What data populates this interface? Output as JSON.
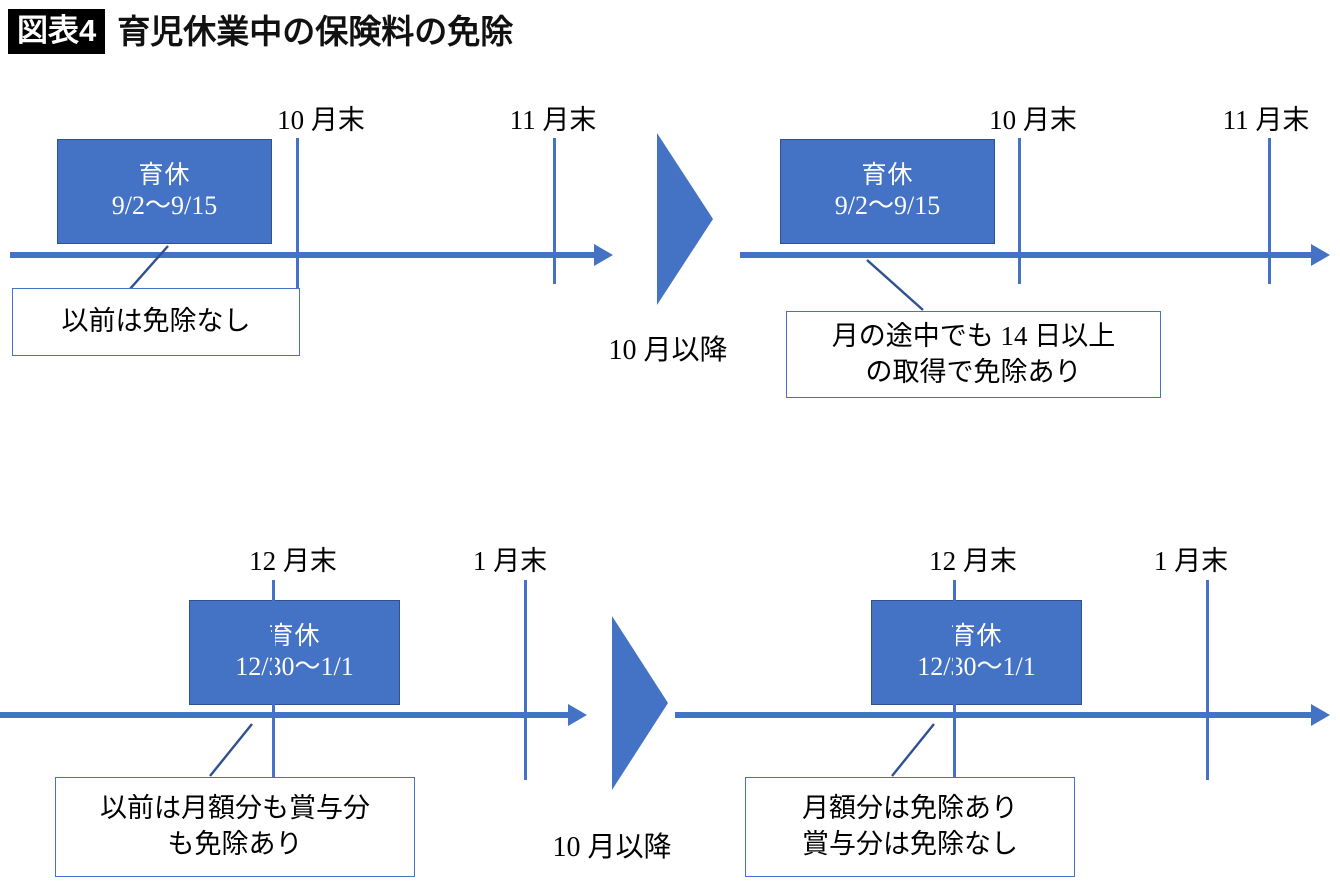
{
  "title": {
    "badge": "図表4",
    "text": "育児休業中の保険料の免除"
  },
  "panels": {
    "top_left": {
      "leave_box": {
        "line1": "育休",
        "line2": "9/2〜9/15"
      },
      "ticks": [
        {
          "label": "10 月末"
        },
        {
          "label": "11 月末"
        }
      ],
      "callout": {
        "line1": "以前は免除なし",
        "line2": ""
      }
    },
    "top_right": {
      "leave_box": {
        "line1": "育休",
        "line2": "9/2〜9/15"
      },
      "ticks": [
        {
          "label": "10 月末"
        },
        {
          "label": "11 月末"
        }
      ],
      "callout": {
        "line1": "月の途中でも 14 日以上",
        "line2": "の取得で免除あり"
      }
    },
    "bottom_left": {
      "leave_box": {
        "line1": "育休",
        "line2": "12/30〜1/1"
      },
      "ticks": [
        {
          "label": "12 月末"
        },
        {
          "label": "1 月末"
        }
      ],
      "callout": {
        "line1": "以前は月額分も賞与分",
        "line2": "も免除あり"
      }
    },
    "bottom_right": {
      "leave_box": {
        "line1": "育休",
        "line2": "12/30〜1/1"
      },
      "ticks": [
        {
          "label": "12 月末"
        },
        {
          "label": "1 月末"
        }
      ],
      "callout": {
        "line1": "月額分は免除あり",
        "line2": "賞与分は免除なし"
      }
    }
  },
  "transition_arrows": {
    "top_caption": "10 月以降",
    "bottom_caption": "10 月以降"
  },
  "colors": {
    "accent_blue": "#4472C4",
    "box_border": "#2F528F",
    "badge_bg": "#000000",
    "text": "#000000",
    "background": "#FFFFFF"
  }
}
